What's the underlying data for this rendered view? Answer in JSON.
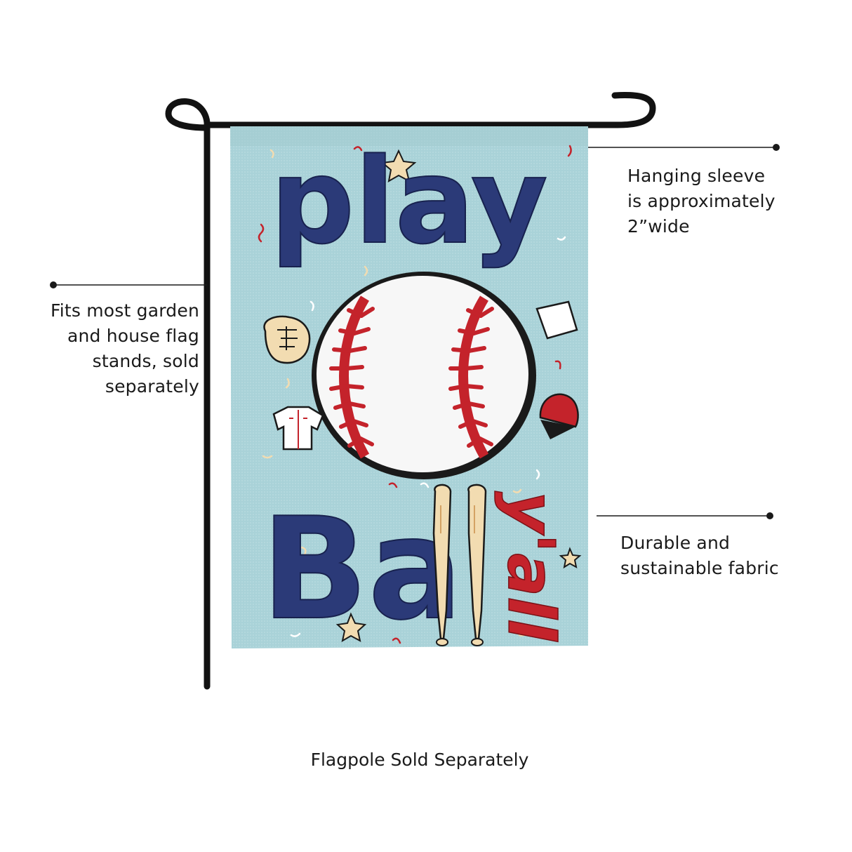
{
  "flag": {
    "line1": "play",
    "line2": "Ba",
    "script_text": "y'all",
    "colors": {
      "background": "#a9d2d8",
      "navy": "#2b3a78",
      "red": "#c4232b",
      "cream": "#f2dcb1",
      "pole": "#121212"
    }
  },
  "callouts": {
    "sleeve": [
      "Hanging sleeve",
      "is approximately",
      "2”wide"
    ],
    "stands": [
      "Fits most garden",
      "and house flag",
      "stands, sold",
      "separately"
    ],
    "fabric": [
      "Durable and",
      "sustainable fabric"
    ]
  },
  "footer": "Flagpole Sold Separately"
}
